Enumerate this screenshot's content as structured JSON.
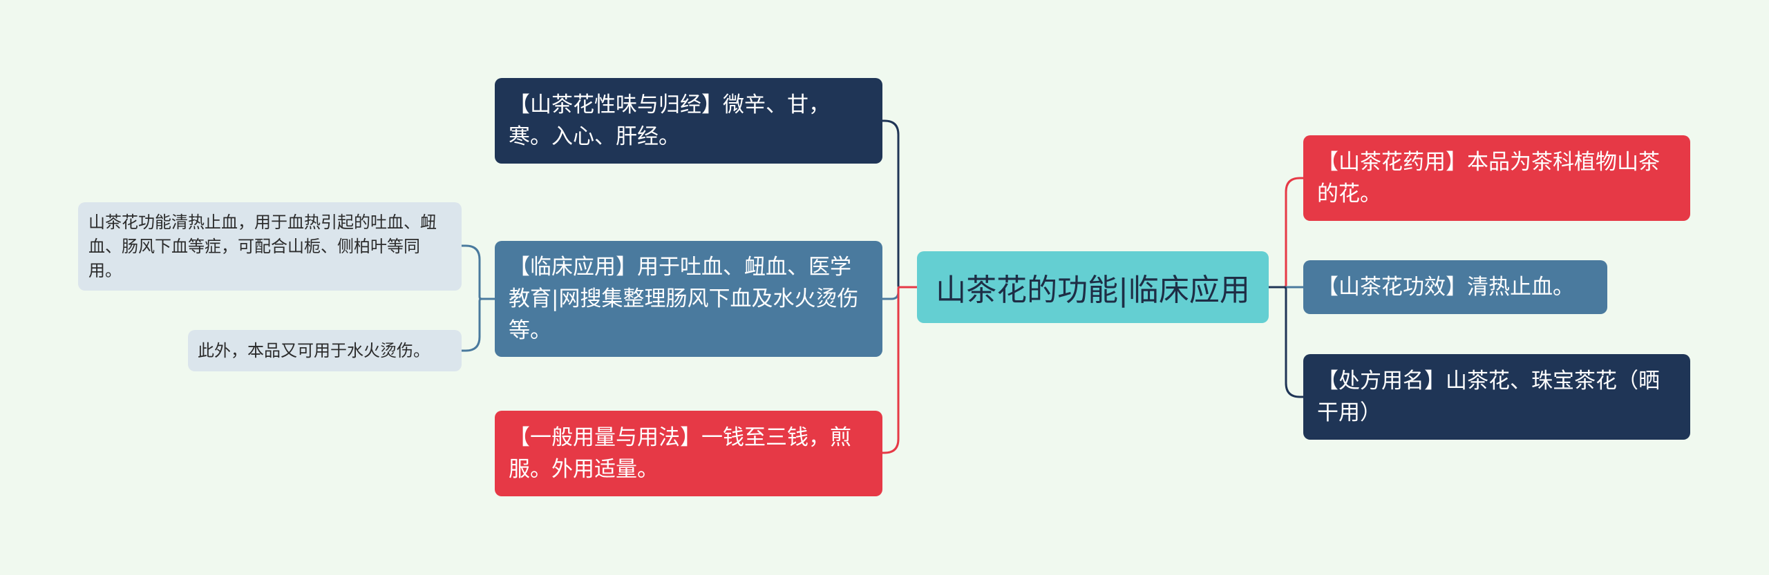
{
  "central": {
    "label": "山茶花的功能|临床应用"
  },
  "colors": {
    "background": "#f0f9ef",
    "central": "#64cfd2",
    "navy": "#1f3556",
    "blue": "#4a7a9e",
    "red": "#e63946",
    "leaf": "#dbe5ec"
  },
  "left_branches": [
    {
      "label": "【山茶花性味与归经】微辛、甘，寒。入心、肝经。",
      "color": "navy"
    },
    {
      "label": "【临床应用】用于吐血、衄血、医学教育|网搜集整理肠风下血及水火烫伤等。",
      "color": "blue",
      "children": [
        {
          "label": "山茶花功能清热止血，用于血热引起的吐血、衄血、肠风下血等症，可配合山栀、侧柏叶等同用。"
        },
        {
          "label": "此外，本品又可用于水火烫伤。"
        }
      ]
    },
    {
      "label": "【一般用量与用法】一钱至三钱，煎服。外用适量。",
      "color": "red"
    }
  ],
  "right_branches": [
    {
      "label": "【山茶花药用】本品为茶科植物山茶的花。",
      "color": "red"
    },
    {
      "label": "【山茶花功效】清热止血。",
      "color": "blue"
    },
    {
      "label": "【处方用名】山茶花、珠宝茶花（晒干用）",
      "color": "navy"
    }
  ]
}
